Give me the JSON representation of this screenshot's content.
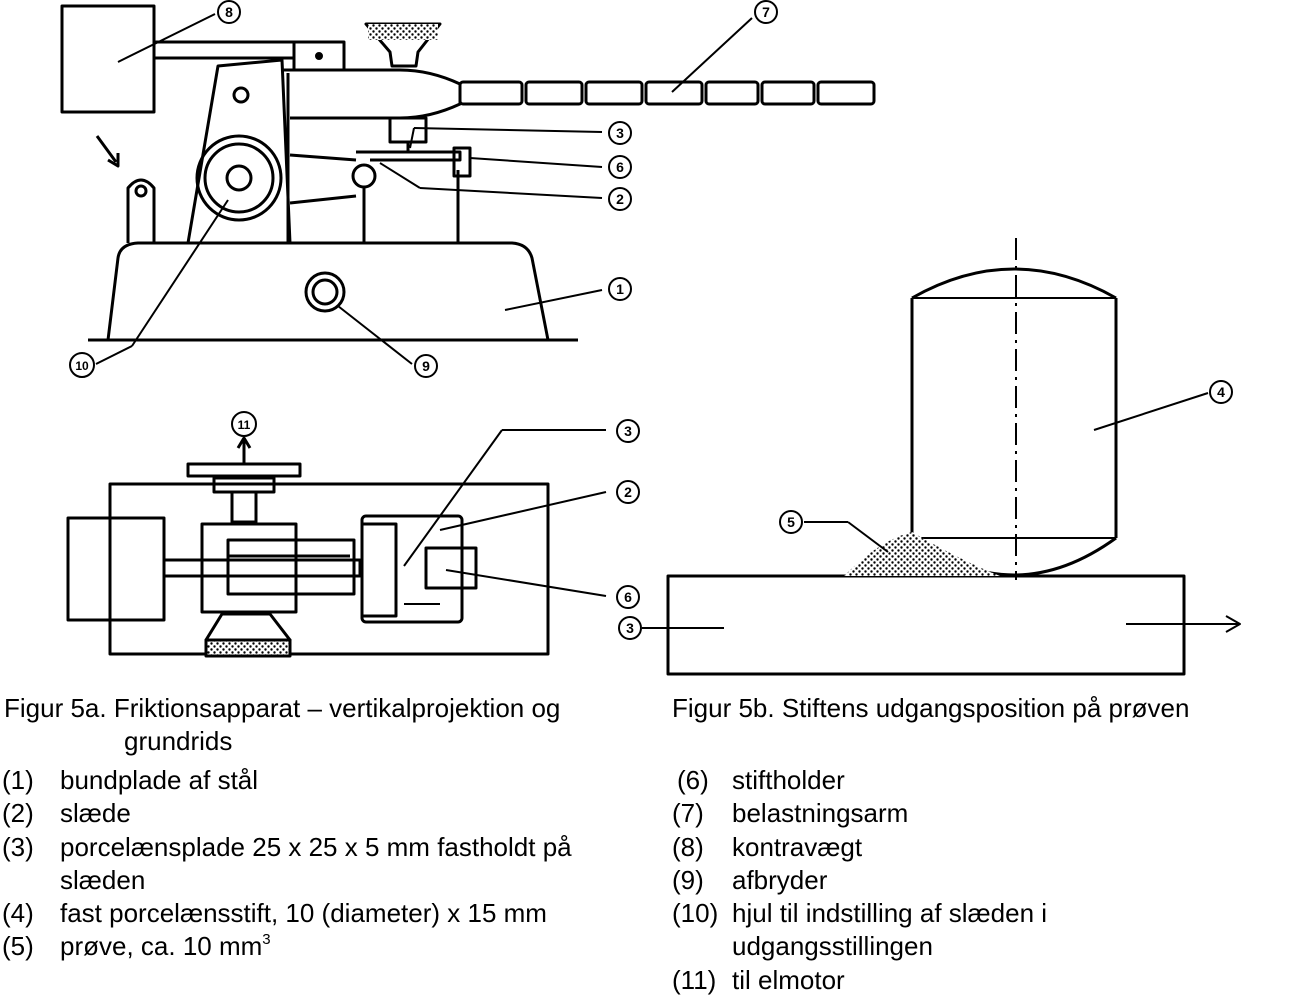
{
  "callouts": {
    "a": [
      "8",
      "7",
      "3",
      "6",
      "2",
      "1",
      "10",
      "9"
    ],
    "g": [
      "11",
      "3",
      "2",
      "6"
    ],
    "b": [
      "4",
      "5",
      "3"
    ]
  },
  "captions": {
    "fig5a_line1": "Figur 5a. Friktionsapparat – vertikalprojektion og",
    "fig5a_line2": "grundrids",
    "fig5b": "Figur 5b. Stiftens udgangsposition på prøven"
  },
  "legend_left": [
    {
      "num": "(1)",
      "text": "bundplade af stål"
    },
    {
      "num": "(2)",
      "text": "slæde"
    },
    {
      "num": "(3)",
      "text": "porcelænsplade 25 x 25 x 5 mm fastholdt på",
      "cont": "slæden"
    },
    {
      "num": "(4)",
      "text": "fast porcelænsstift, 10 (diameter) x 15 mm"
    },
    {
      "num": "(5)",
      "text": "prøve, ca. 10 mm",
      "sup": "3"
    }
  ],
  "legend_right": [
    {
      "num": "(6)",
      "text": "stiftholder"
    },
    {
      "num": "(7)",
      "text": "belastningsarm"
    },
    {
      "num": "(8)",
      "text": "kontravægt"
    },
    {
      "num": "(9)",
      "text": "afbryder"
    },
    {
      "num": "(10)",
      "text": "hjul til indstilling af slæden i",
      "cont": "udgangsstillingen"
    },
    {
      "num": "(11)",
      "text": "til elmotor"
    }
  ]
}
